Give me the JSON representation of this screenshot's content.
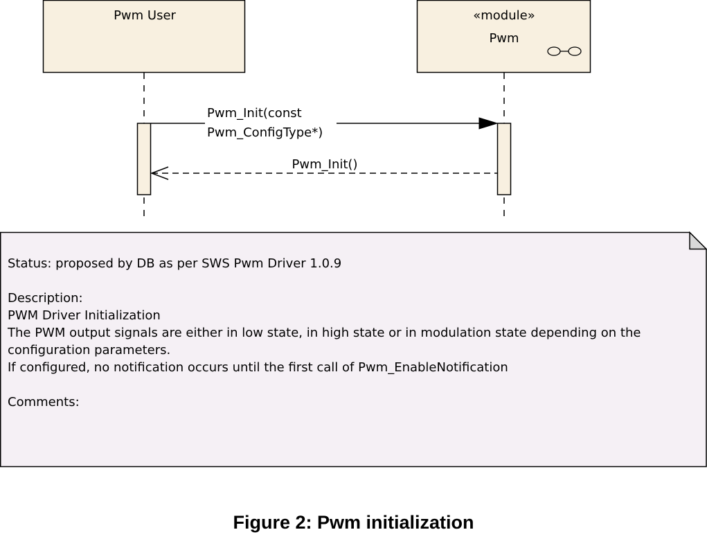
{
  "colors": {
    "lifeline_head_fill": "#f8f0e0",
    "activation_fill": "#f8f0e0",
    "note_fill": "#f5f0f5",
    "note_fold": "#d9d9d9",
    "stroke": "#000000"
  },
  "lifelines": {
    "user": {
      "name": "Pwm User"
    },
    "module": {
      "stereotype": "«module»",
      "name": "Pwm",
      "icon": "component-glasses-icon"
    }
  },
  "messages": {
    "init_call": {
      "line1": "Pwm_Init(const",
      "line2": "Pwm_ConfigType*)",
      "kind": "synchronous call"
    },
    "init_return": {
      "label": "Pwm_Init()",
      "kind": "return"
    }
  },
  "note": {
    "lines": [
      "Status: proposed by DB as per SWS Pwm Driver 1.0.9",
      "",
      "Description:",
      "PWM Driver Initialization",
      "The PWM output signals are either in low state, in high state or in modulation state depending on the",
      "configuration parameters.",
      "If configured, no notification occurs until the first call of Pwm_EnableNotification",
      "",
      "Comments:"
    ]
  },
  "caption": "Figure 2: Pwm initialization"
}
